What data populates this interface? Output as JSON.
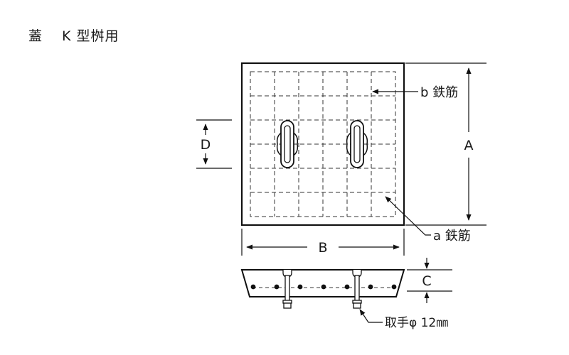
{
  "title": "蓋　 K 型桝用",
  "labels": {
    "b_rebar": "b 鉄筋",
    "a_rebar": "a 鉄筋",
    "dim_a": "A",
    "dim_b": "B",
    "dim_c": "C",
    "dim_d": "D",
    "handle": "取手φ 12㎜"
  }
}
